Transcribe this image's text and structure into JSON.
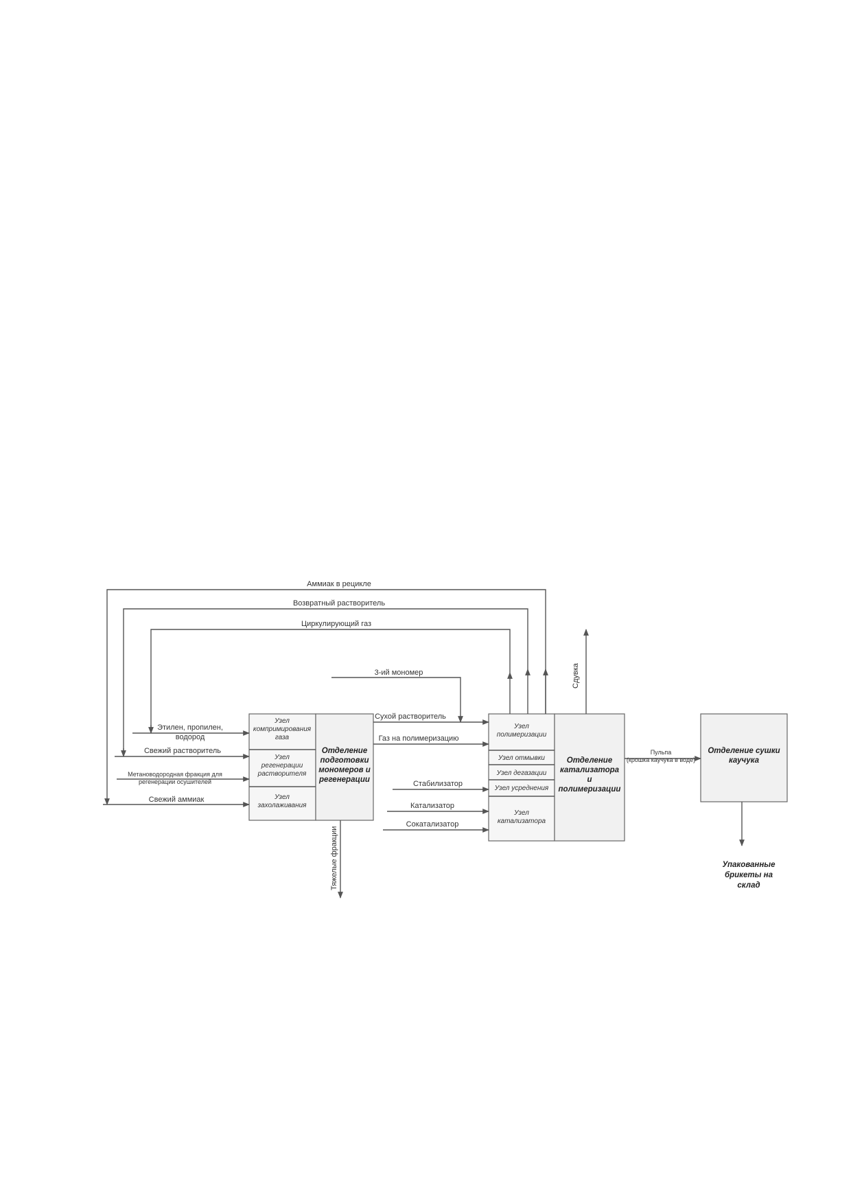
{
  "departments": {
    "prep": "Отделение подготовки мономеров и регенерации",
    "polym": "Отделение катализатора и полимеризации",
    "dry": "Отделение сушки каучука"
  },
  "units": {
    "compression": "Узел компримирования газа",
    "solvent_regen": "Узел регенерации растворителя",
    "cooling": "Узел захолаживания",
    "polymerization": "Узел полимеризации",
    "washing": "Узел отмывки",
    "degassing": "Узел дегазации",
    "averaging": "Узел усреднения",
    "catalyst": "Узел катализатора"
  },
  "flows": {
    "ammonia_recycle": "Аммиак в рецикле",
    "return_solvent": "Возвратный растворитель",
    "circ_gas": "Циркулирующий газ",
    "third_monomer": "3-ий мономер",
    "dry_solvent": "Сухой растворитель",
    "gas_polym": "Газ на полимеризацию",
    "ethylene": "Этилен, пропилен, водород",
    "fresh_solvent": "Свежий растворитель",
    "methane_fraction": "Метановодородная фракция для регенерации осушителей",
    "fresh_ammonia": "Свежий аммиак",
    "stabilizer": "Стабилизатор",
    "catalyst": "Катализатор",
    "cocatalyst": "Сокатализатор",
    "heavy_fractions": "Тяжелые фракции",
    "blowdown": "Сдувка",
    "pulp": "Пульпа (крошка каучука в воде)",
    "packed": "Упакованные брикеты на склад"
  }
}
